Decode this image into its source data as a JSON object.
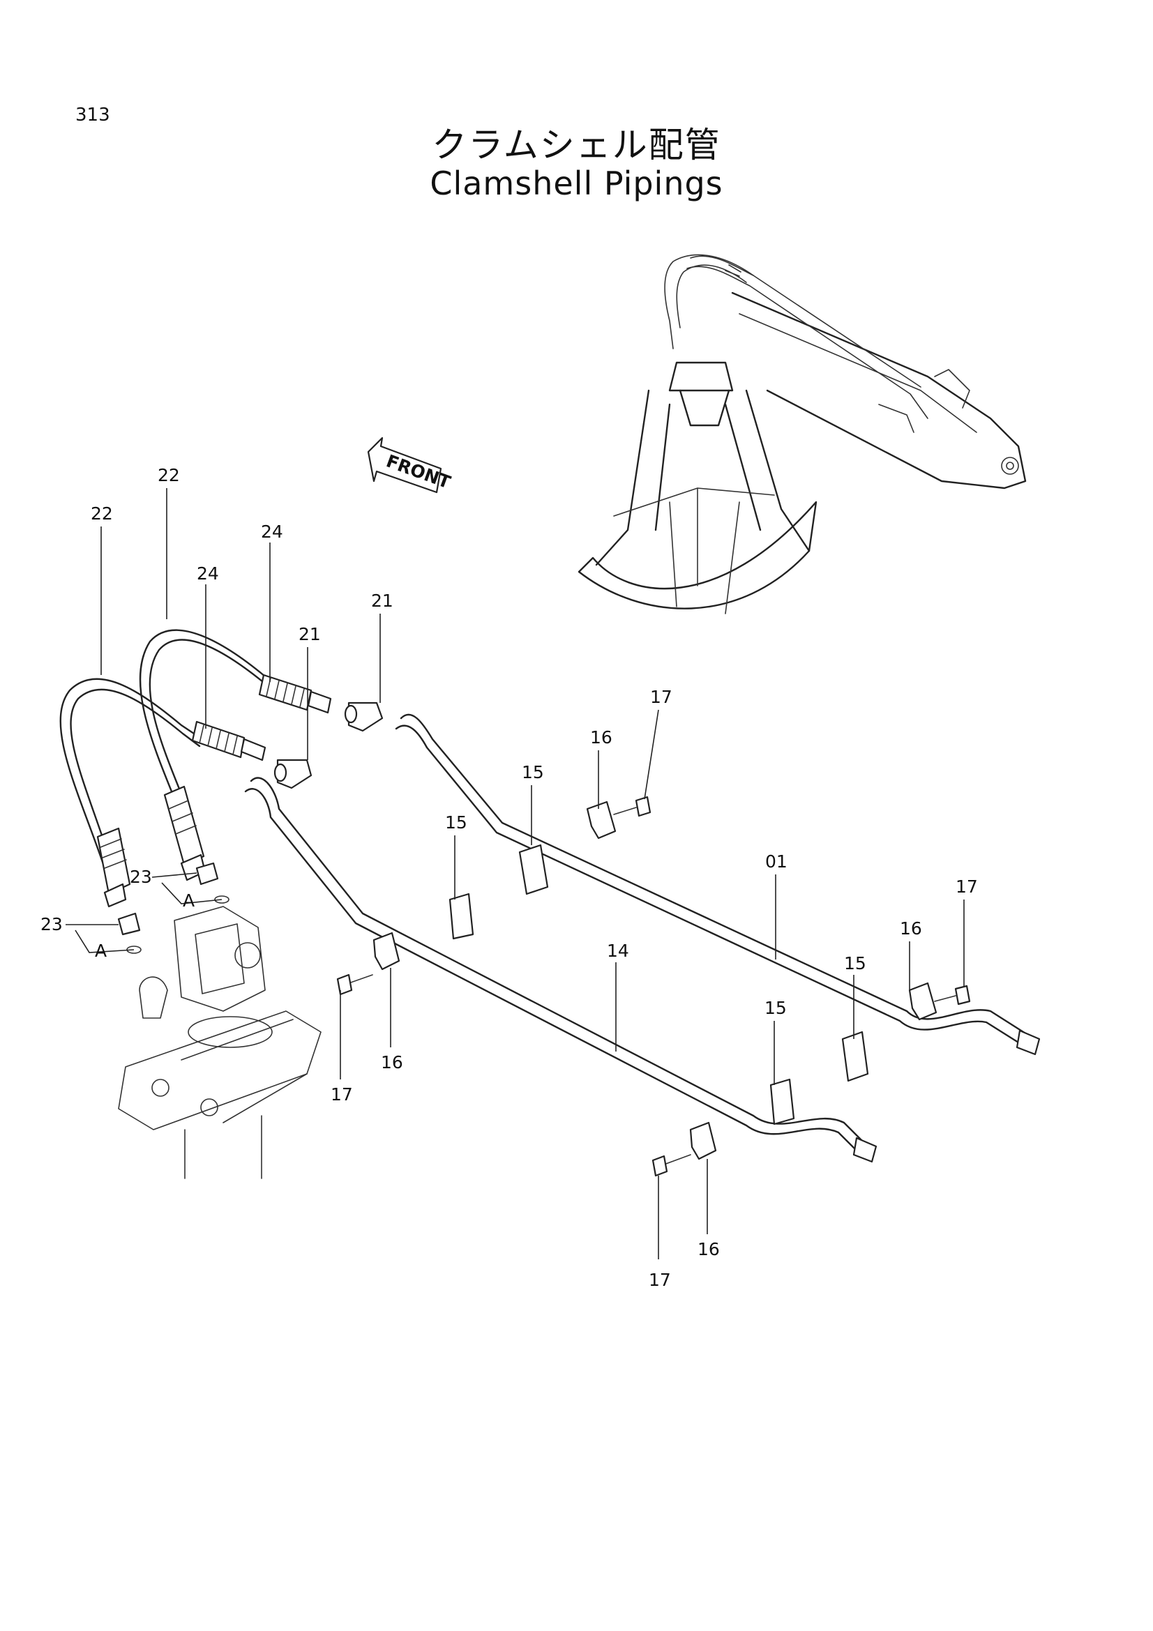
{
  "header": {
    "page_number": "313",
    "title_jp": "クラムシェル配管",
    "title_en": "Clamshell Pipings"
  },
  "front_label": "FRONT",
  "callouts": [
    {
      "id": "c22a",
      "text": "22"
    },
    {
      "id": "c22b",
      "text": "22"
    },
    {
      "id": "c24a",
      "text": "24"
    },
    {
      "id": "c24b",
      "text": "24"
    },
    {
      "id": "c21a",
      "text": "21"
    },
    {
      "id": "c21b",
      "text": "21"
    },
    {
      "id": "c17a",
      "text": "17"
    },
    {
      "id": "c16a",
      "text": "16"
    },
    {
      "id": "c15a",
      "text": "15"
    },
    {
      "id": "c15b",
      "text": "15"
    },
    {
      "id": "c01",
      "text": "01"
    },
    {
      "id": "c17b",
      "text": "17"
    },
    {
      "id": "c16b",
      "text": "16"
    },
    {
      "id": "c15c",
      "text": "15"
    },
    {
      "id": "c14",
      "text": "14"
    },
    {
      "id": "c15d",
      "text": "15"
    },
    {
      "id": "c23a",
      "text": "23"
    },
    {
      "id": "cAa",
      "text": "A"
    },
    {
      "id": "c23b",
      "text": "23"
    },
    {
      "id": "cAb",
      "text": "A"
    },
    {
      "id": "c17c",
      "text": "17"
    },
    {
      "id": "c16c",
      "text": "16"
    },
    {
      "id": "c16d",
      "text": "16"
    },
    {
      "id": "c17d",
      "text": "17"
    }
  ]
}
